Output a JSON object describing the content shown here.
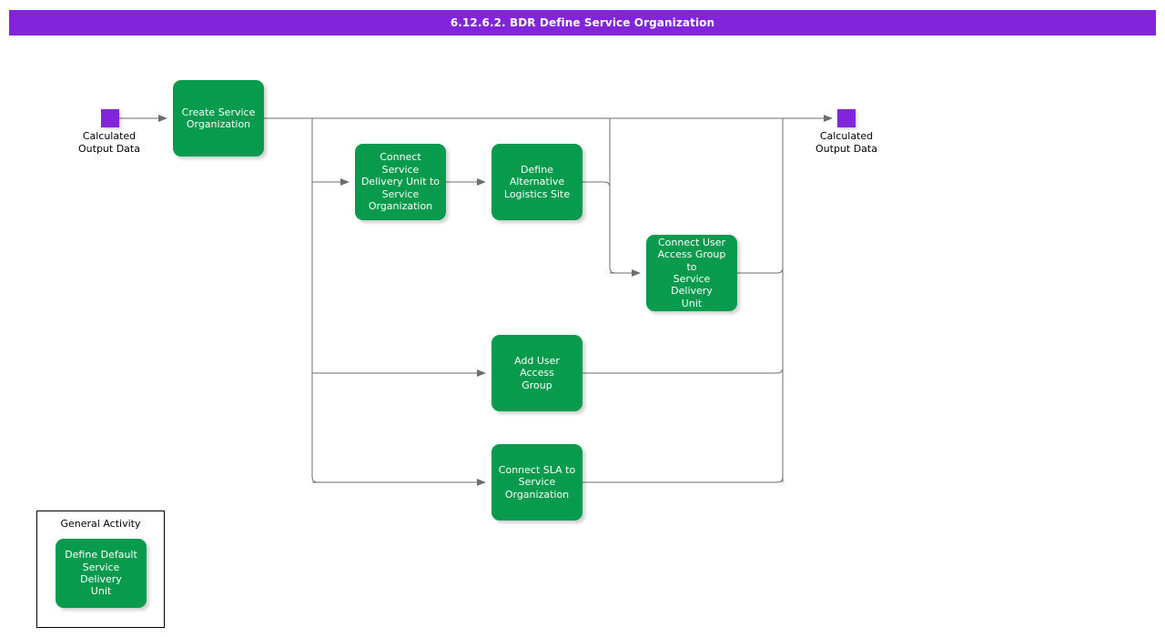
{
  "header": {
    "title": "6.12.6.2. BDR Define Service Organization",
    "background_color": "#8324dd",
    "text_color": "#ffffff"
  },
  "theme": {
    "activity_color": "#089a4d",
    "terminator_color": "#8324dd",
    "connector_color": "#6e6e6e",
    "activity_text_color": "#ffffff",
    "canvas_background": "#ffffff"
  },
  "diagram": {
    "start_node": {
      "label": "Calculated\nOutput Data",
      "shape": "square",
      "color": "#8324dd"
    },
    "end_node": {
      "label": "Calculated\nOutput Data",
      "shape": "square",
      "color": "#8324dd"
    },
    "activities": [
      {
        "id": "create-service-organization",
        "label": "Create Service\nOrganization"
      },
      {
        "id": "connect-service-delivery-unit-to-service-organization",
        "label": "Connect Service\nDelivery Unit to\nService\nOrganization"
      },
      {
        "id": "define-alternative-logistics-site",
        "label": "Define\nAlternative\nLogistics Site"
      },
      {
        "id": "connect-user-access-group-to-service-delivery-unit",
        "label": "Connect User\nAccess Group to\nService Delivery\nUnit"
      },
      {
        "id": "add-user-access-group",
        "label": "Add User Access\nGroup"
      },
      {
        "id": "connect-sla-to-service-organization",
        "label": "Connect SLA to\nService\nOrganization"
      }
    ]
  },
  "legend": {
    "title": "General Activity",
    "sample_label": "Define Default\nService Delivery\nUnit"
  }
}
